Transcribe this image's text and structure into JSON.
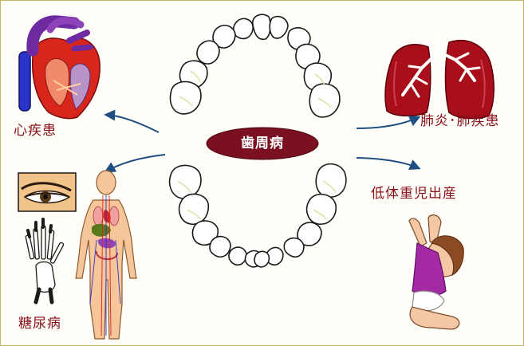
{
  "center": {
    "label": "歯周病"
  },
  "outcomes": {
    "heart": "心疾患",
    "lung": "肺炎･肺疾患",
    "birth": "低体重児出産",
    "diabetes": "糖尿病"
  },
  "colors": {
    "label": "#8a0f18",
    "center_fill": "#7a1020",
    "arrow": "#1f4f82",
    "border": "#c9b458",
    "background": "#fffef8"
  }
}
